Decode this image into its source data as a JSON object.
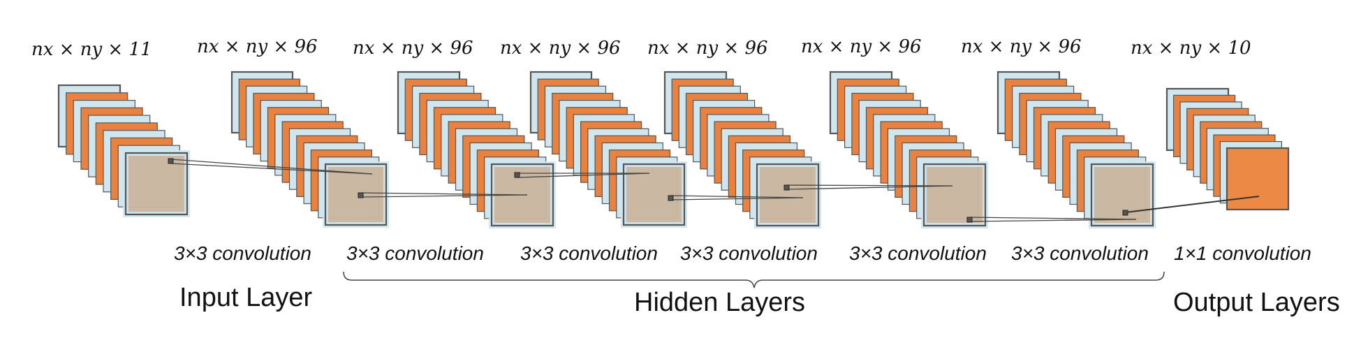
{
  "colors": {
    "blue": "#cfe6ef",
    "orange": "#e9823e",
    "front": "#c9b59e",
    "output_front": "#ec8944",
    "edge": "#555555"
  },
  "layers": [
    {
      "dim_label": "nx × ny × 11"
    },
    {
      "dim_label": "nx × ny × 96"
    },
    {
      "dim_label": "nx × ny × 96"
    },
    {
      "dim_label": "nx × ny × 96"
    },
    {
      "dim_label": "nx × ny × 96"
    },
    {
      "dim_label": "nx × ny × 96"
    },
    {
      "dim_label": "nx × ny × 96"
    },
    {
      "dim_label": "nx × ny × 10"
    }
  ],
  "convolutions": [
    "3×3 convolution",
    "3×3 convolution",
    "3×3 convolution",
    "3×3 convolution",
    "3×3 convolution",
    "3×3 convolution",
    "1×1 convolution"
  ],
  "sections": {
    "input": "Input Layer",
    "hidden": "Hidden Layers",
    "output": "Output Layers"
  }
}
